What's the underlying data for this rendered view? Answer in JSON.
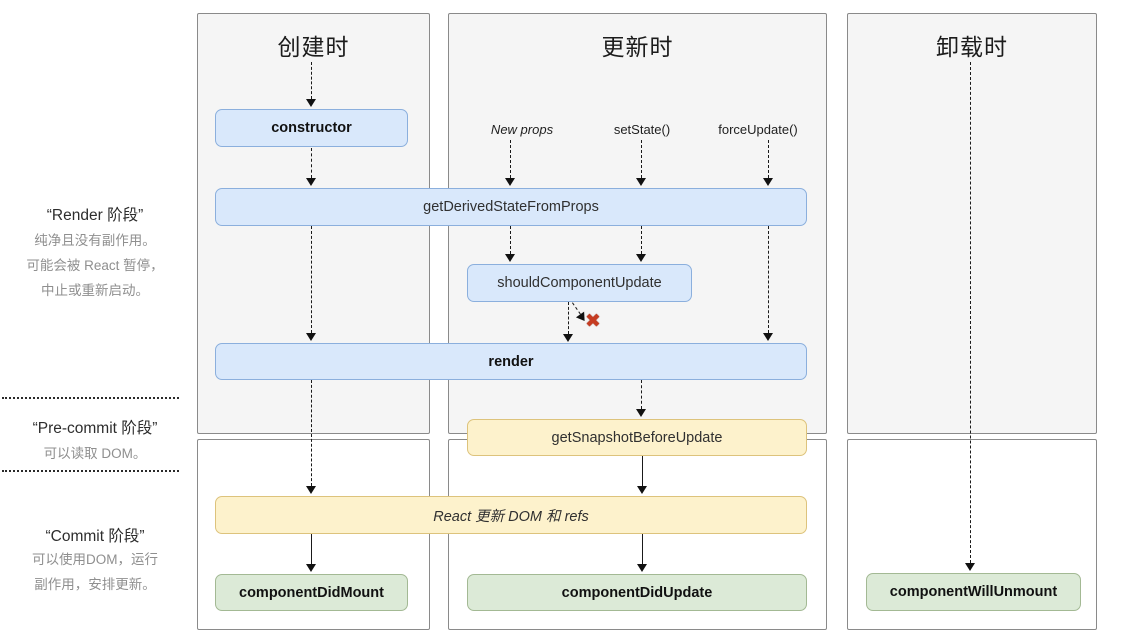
{
  "sidebar": {
    "phases": [
      {
        "title": "“Render 阶段”",
        "lines": [
          "纯净且没有副作用。",
          "可能会被 React 暂停，",
          "中止或重新启动。"
        ]
      },
      {
        "title": "“Pre-commit 阶段”",
        "lines": [
          "可以读取 DOM。"
        ]
      },
      {
        "title": "“Commit 阶段”",
        "lines": [
          "可以使用DOM，运行",
          "副作用，安排更新。"
        ]
      }
    ]
  },
  "columns": [
    {
      "title": "创建时"
    },
    {
      "title": "更新时",
      "triggers": [
        "New props",
        "setState()",
        "forceUpdate()"
      ]
    },
    {
      "title": "卸载时"
    }
  ],
  "nodes": {
    "constructor": "constructor",
    "getDerivedStateFromProps": "getDerivedStateFromProps",
    "shouldComponentUpdate": "shouldComponentUpdate",
    "render": "render",
    "getSnapshotBeforeUpdate": "getSnapshotBeforeUpdate",
    "reactUpdates": "React 更新 DOM 和 refs",
    "componentDidMount": "componentDidMount",
    "componentDidUpdate": "componentDidUpdate",
    "componentWillUnmount": "componentWillUnmount"
  },
  "icons": {
    "reject_x": "✖"
  },
  "colors": {
    "node_blue_bg": "#d9e8fb",
    "node_blue_border": "#8bafdd",
    "node_yellow_bg": "#fdf2cc",
    "node_yellow_border": "#ddc37c",
    "node_green_bg": "#dcead7",
    "node_green_border": "#a3b994",
    "panel_bg": "#f5f5f5",
    "panel_border": "#8a8a8a",
    "reject_x": "#c63c22"
  }
}
